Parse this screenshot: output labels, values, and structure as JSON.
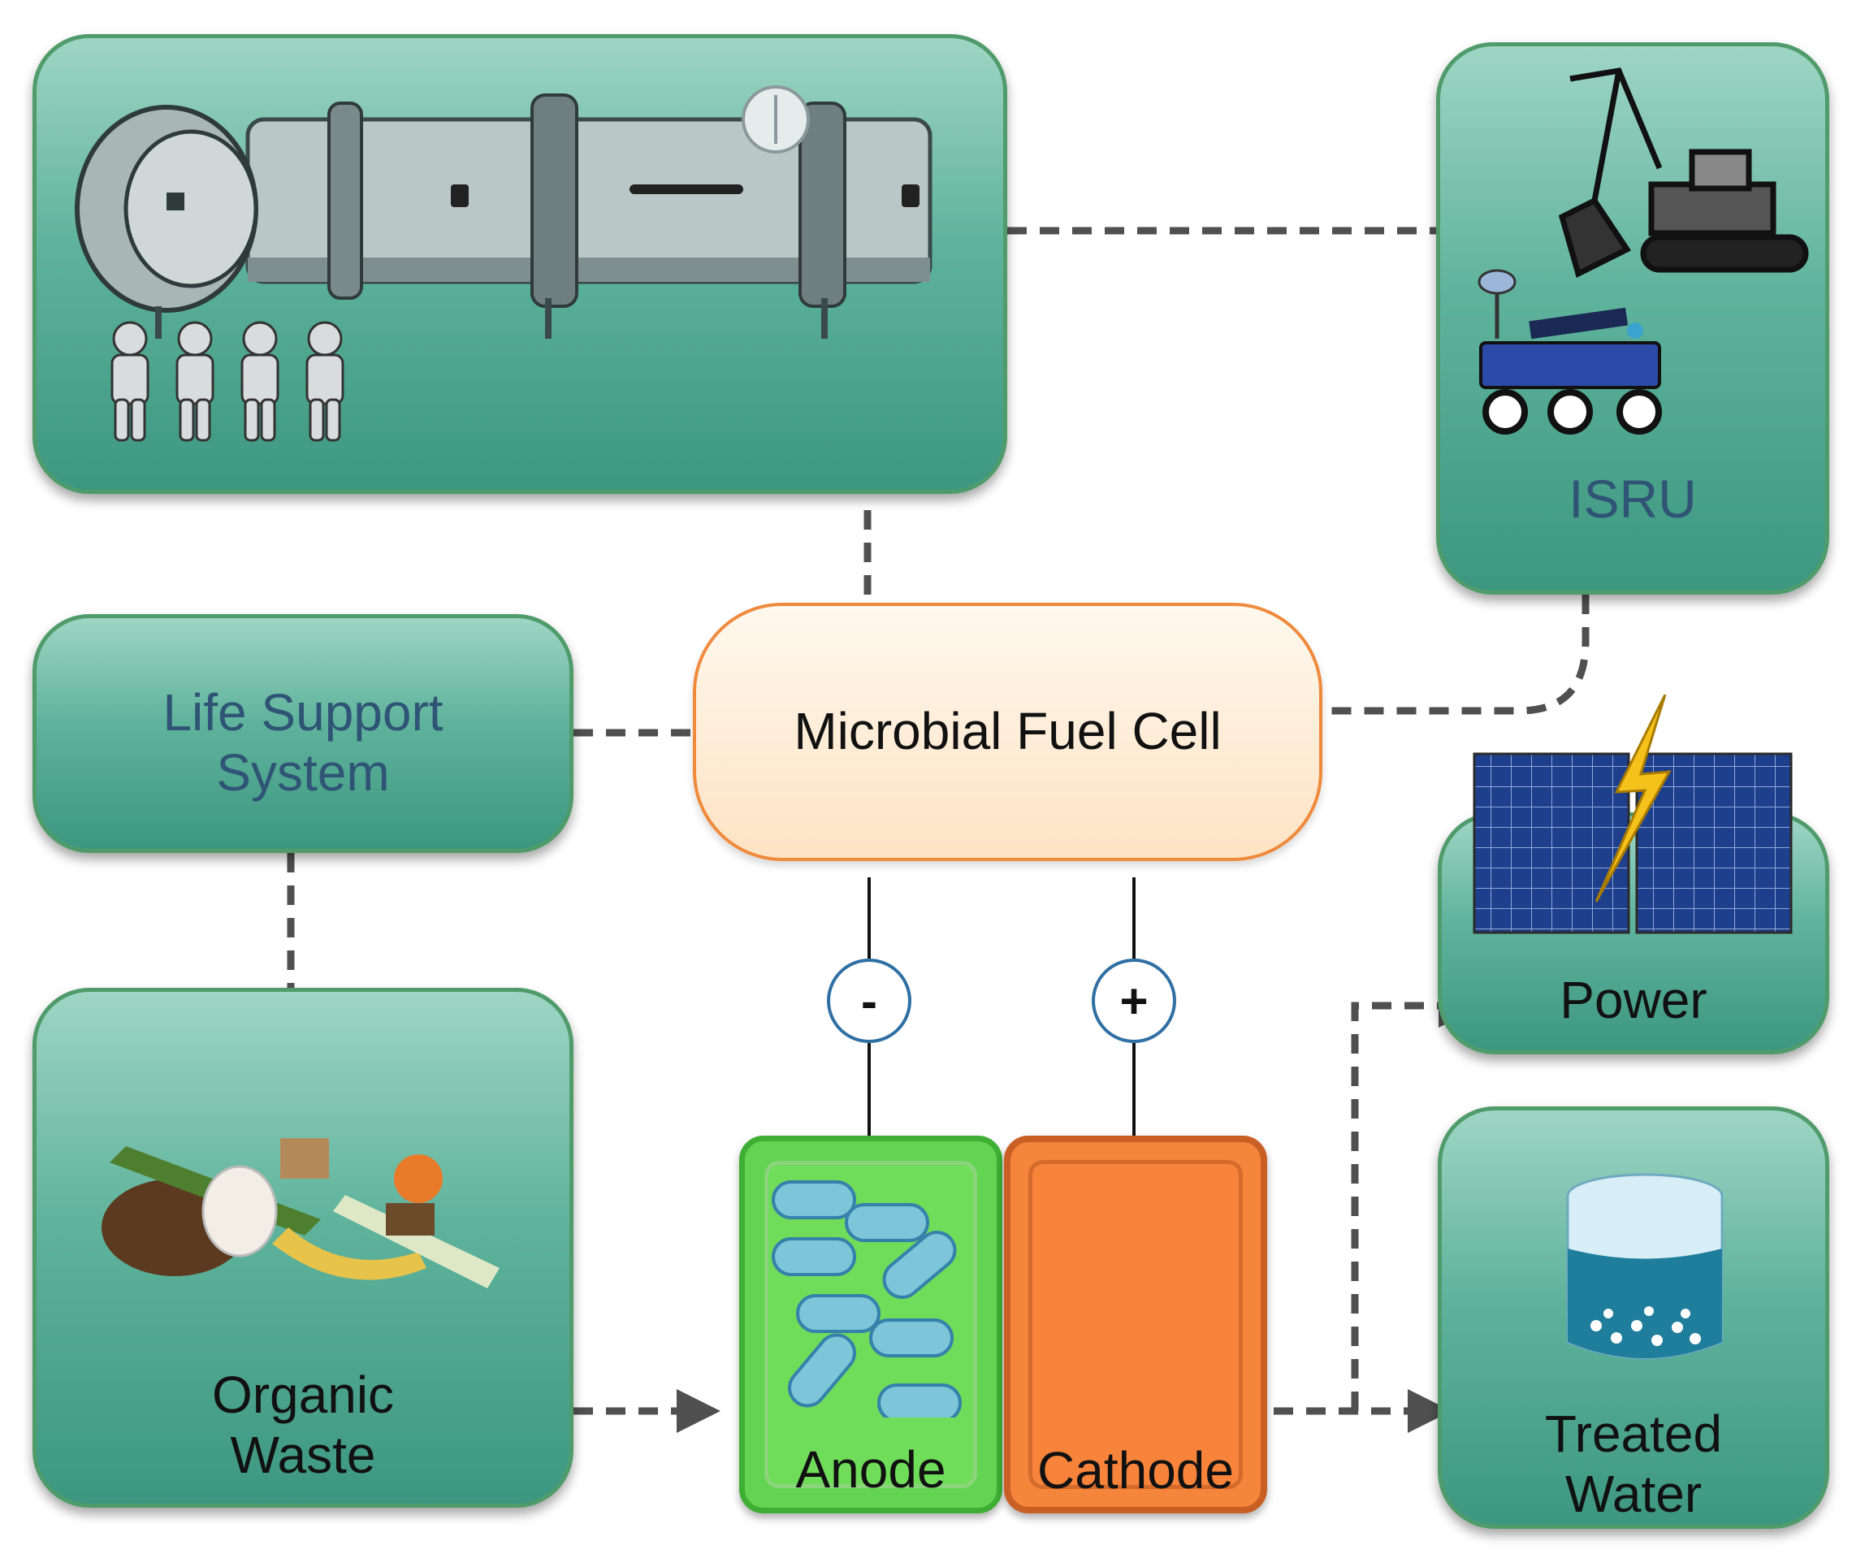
{
  "nodes": {
    "isru": "ISRU",
    "life_support": "Life Support\nSystem",
    "mfc": "Microbial Fuel Cell",
    "power": "Power",
    "organic_waste": "Organic\nWaste",
    "anode": "Anode",
    "cathode": "Cathode",
    "treated_water": "Treated\nWater"
  },
  "terminals": {
    "negative": "-",
    "positive": "+"
  },
  "colors": {
    "box_border": "#4f9c6a",
    "box_top": "#9ed5c4",
    "box_bottom": "#3d9780",
    "mfc_fill": "#fde3c3",
    "mfc_border": "#ef8a3c",
    "anode": "#62d451",
    "cathode": "#f5853b",
    "connector": "#505050",
    "terminal_ring": "#2f6fa3"
  },
  "icons": [
    "habitat-module-icon",
    "astronaut-icon",
    "excavator-icon",
    "rover-icon",
    "solar-panel-icon",
    "lightning-bolt-icon",
    "food-waste-icon",
    "bacteria-icon",
    "water-tank-icon"
  ]
}
